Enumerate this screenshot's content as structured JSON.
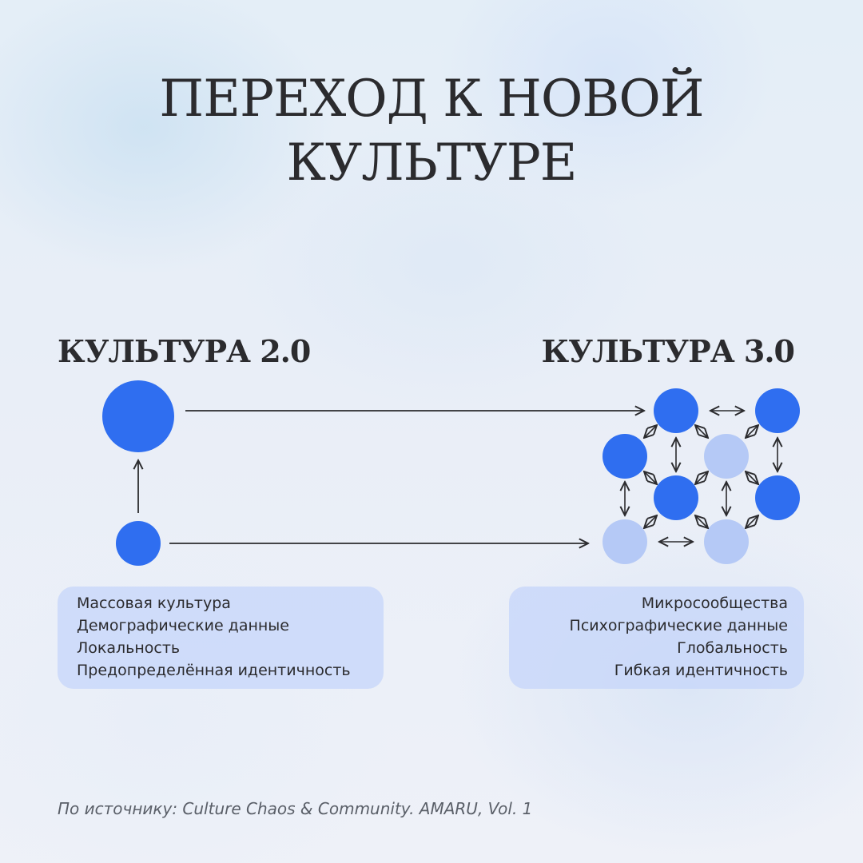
{
  "title_lines": [
    "ПЕРЕХОД К НОВОЙ",
    "КУЛЬТУРЕ"
  ],
  "culture_left": "КУЛЬТУРА 2.0",
  "culture_right": "КУЛЬТУРА 3.0",
  "left_panel": [
    "Массовая культура",
    "Демографические данные",
    "Локальность",
    "Предопределённая идентичность"
  ],
  "right_panel": [
    "Микросообщества",
    "Психографические данные",
    "Глобальность",
    "Гибкая идентичность"
  ],
  "source": "По источнику: Culture Chaos & Community. AMARU, Vol. 1",
  "colors": {
    "node_dark": "#2f6ef0",
    "node_light": "#b5c9f6",
    "text": "#2b2b2e",
    "panel": "#c6d6fa"
  },
  "icons": {
    "arrow_right": "arrow-right-icon",
    "arrow_up": "arrow-up-icon",
    "arrow_both_horizontal": "double-arrow-horizontal-icon",
    "arrow_both_vertical": "double-arrow-vertical-icon",
    "arrow_both_diagonal": "double-arrow-diagonal-icon"
  }
}
